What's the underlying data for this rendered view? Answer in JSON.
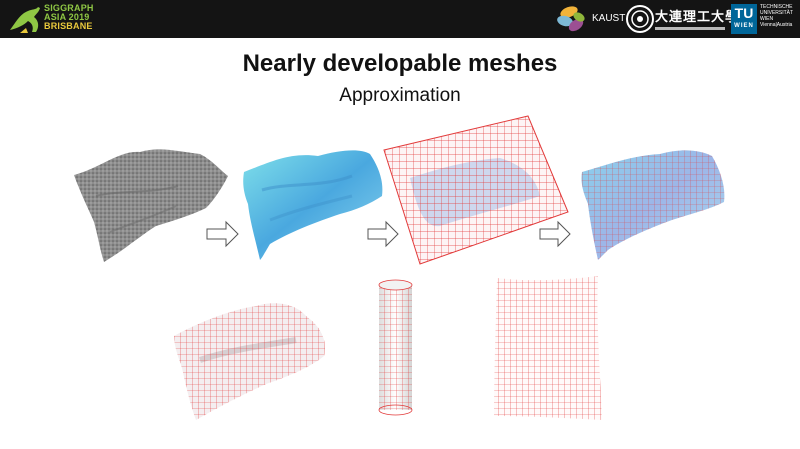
{
  "header": {
    "conference_logo": {
      "line1": "SIGGRAPH",
      "line2": "ASIA 2019",
      "line3": "BRISBANE",
      "icon": "kangaroo-icon"
    },
    "kaust_logo": {
      "label": "KAUST",
      "icon": "kaust-petals-icon"
    },
    "dlut_logo": {
      "label": "大連理工大學",
      "icon": "dlut-seal-icon"
    },
    "tu_logo": {
      "mark": "TU",
      "sub": "WIEN",
      "lines": [
        "TECHNISCHE",
        "UNIVERSITÄT",
        "WIEN",
        "Vienna|Austria"
      ]
    }
  },
  "slide": {
    "title": "Nearly developable meshes",
    "subtitle": "Approximation"
  },
  "figures": {
    "top_row": [
      "input-gray-mesh",
      "blue-developable-surface",
      "red-grid-overlay",
      "combined-result"
    ],
    "bottom_row": [
      "red-grid-cloth",
      "red-grid-cylinder",
      "red-grid-flat-sheet"
    ],
    "colors": {
      "gray": "#8a8a8a",
      "blue": "#5fb8e0",
      "cyan": "#7fe0ea",
      "grid_red": "#e23a3a",
      "arrow": "#555555"
    }
  }
}
